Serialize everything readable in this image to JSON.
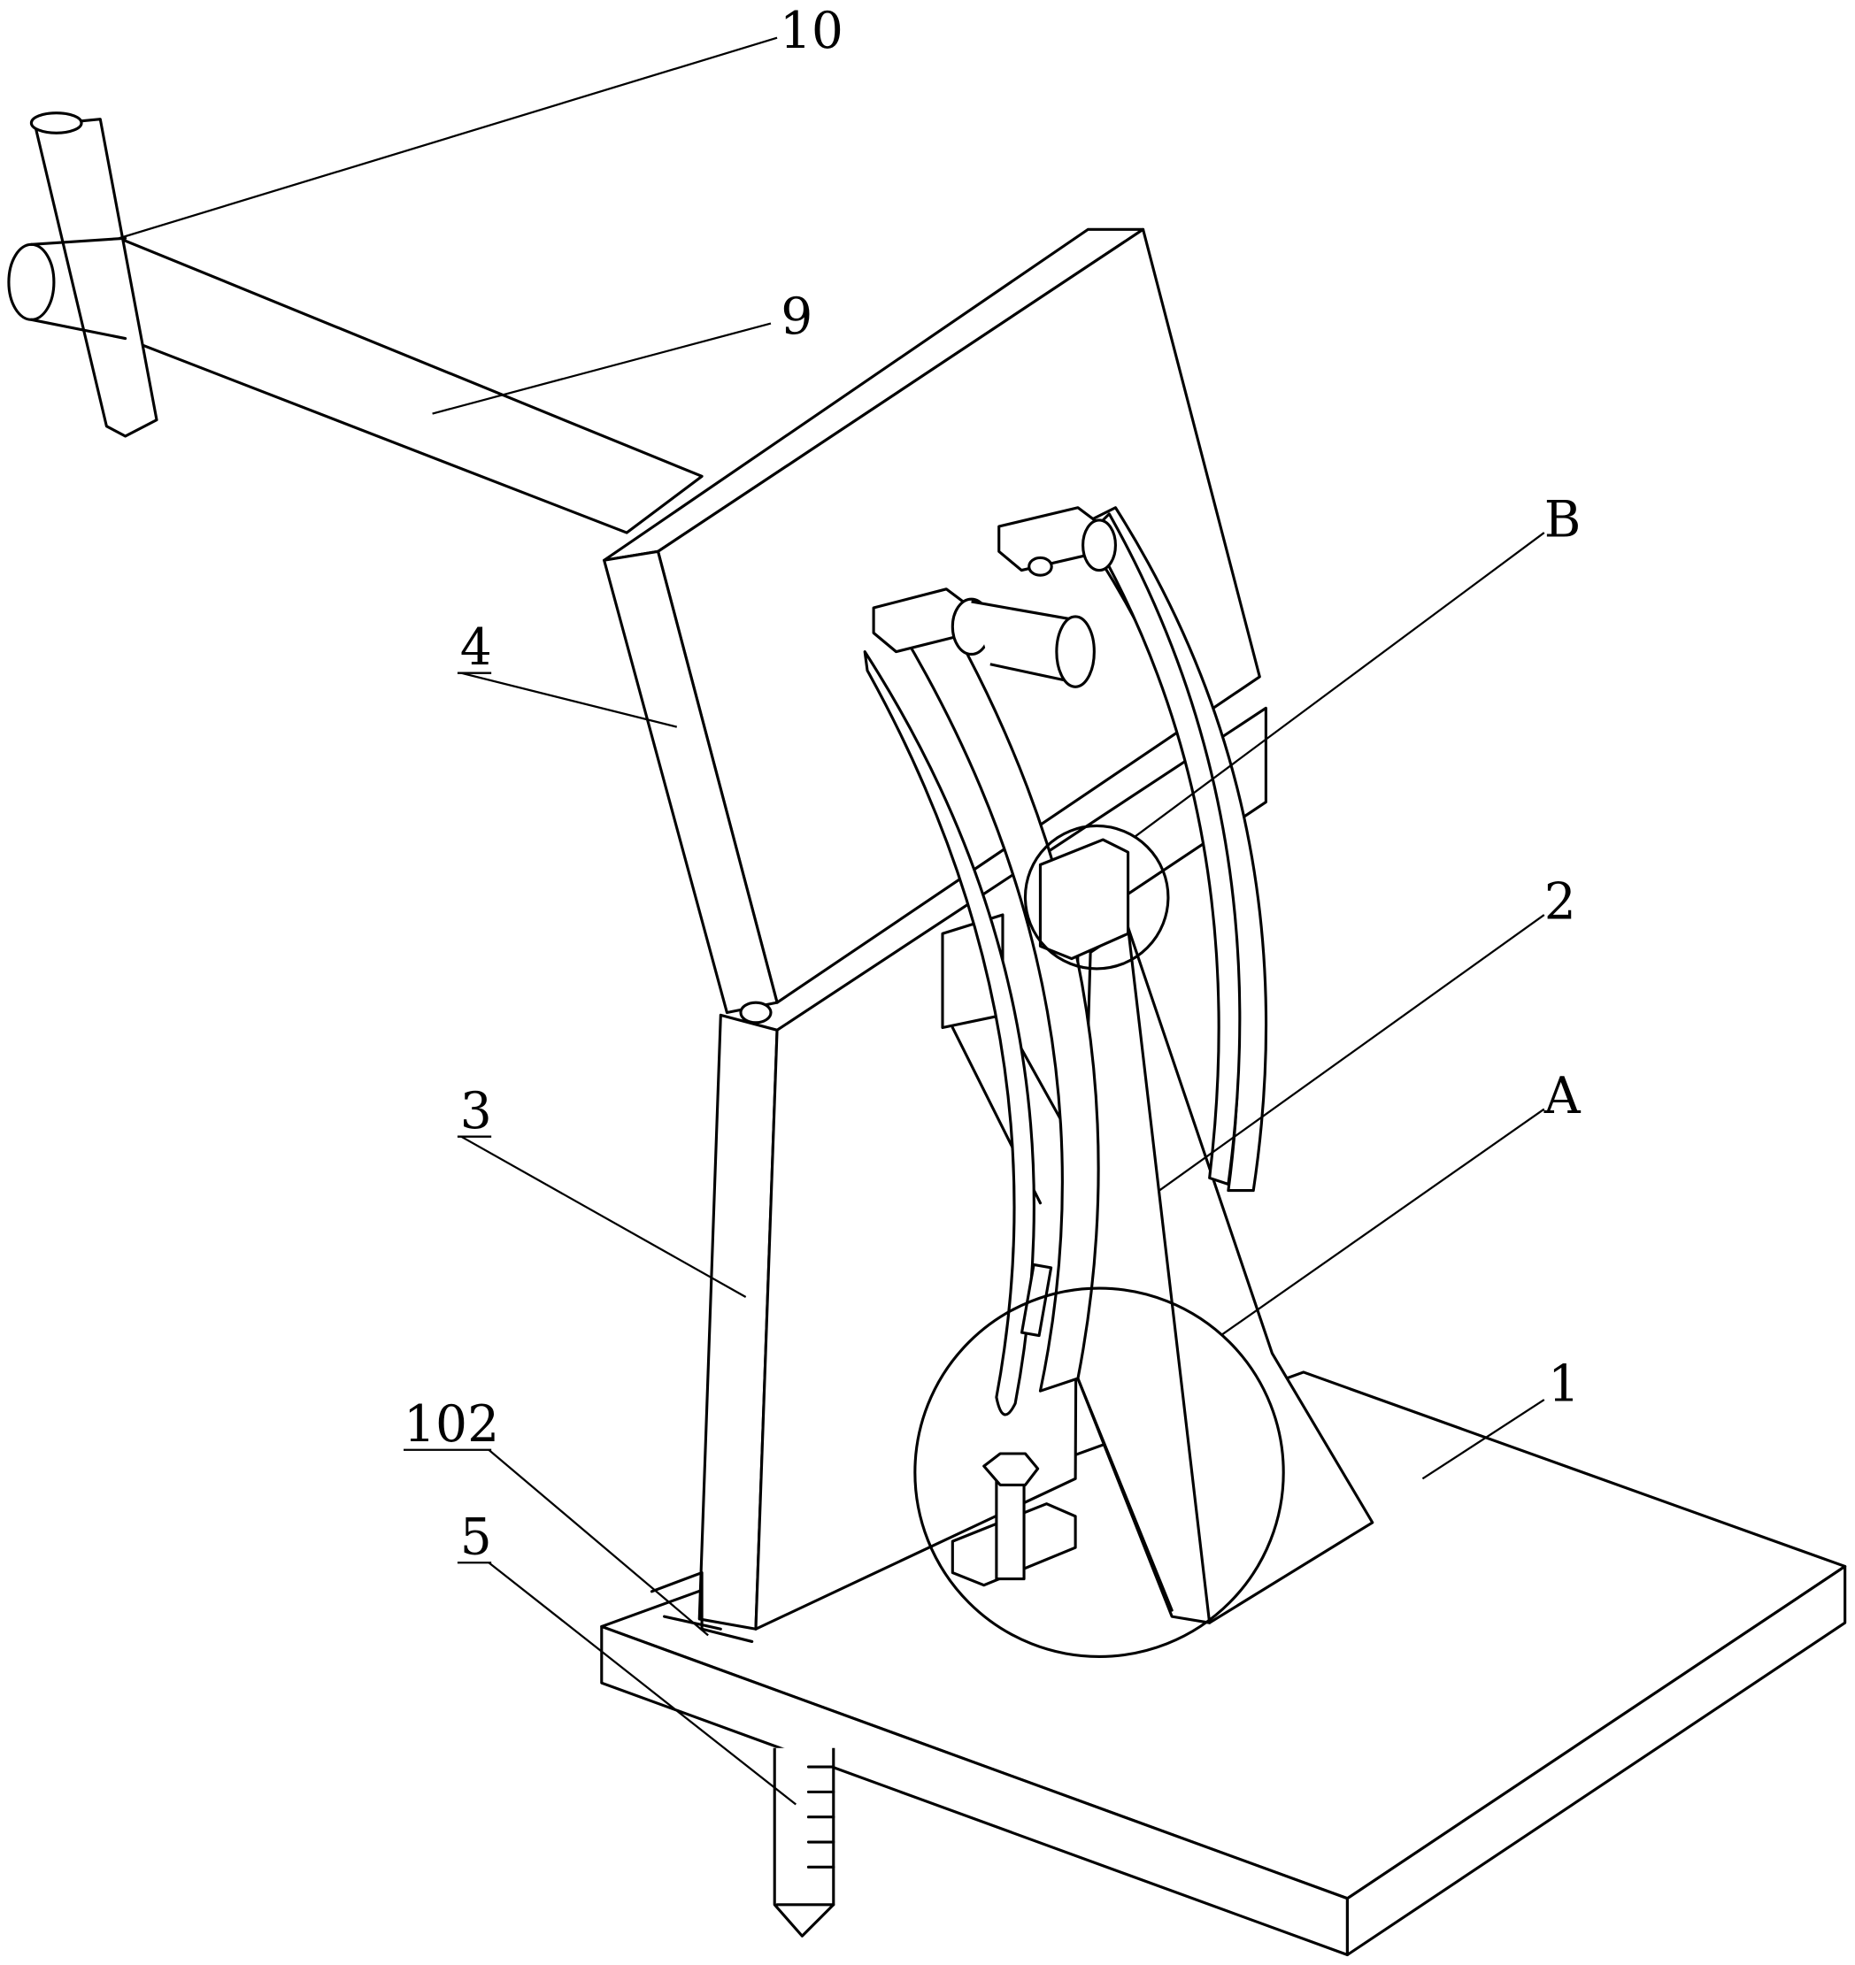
{
  "figure": {
    "type": "patent perspective drawing",
    "labels": {
      "handle": "10",
      "arm": "9",
      "detail_b": "B",
      "upper_panel": "4",
      "support": "2",
      "column": "3",
      "detail_a": "A",
      "base_plate": "1",
      "slot": "102",
      "anchor_screw": "5"
    },
    "line_color": "#000000",
    "background_color": "#ffffff"
  }
}
